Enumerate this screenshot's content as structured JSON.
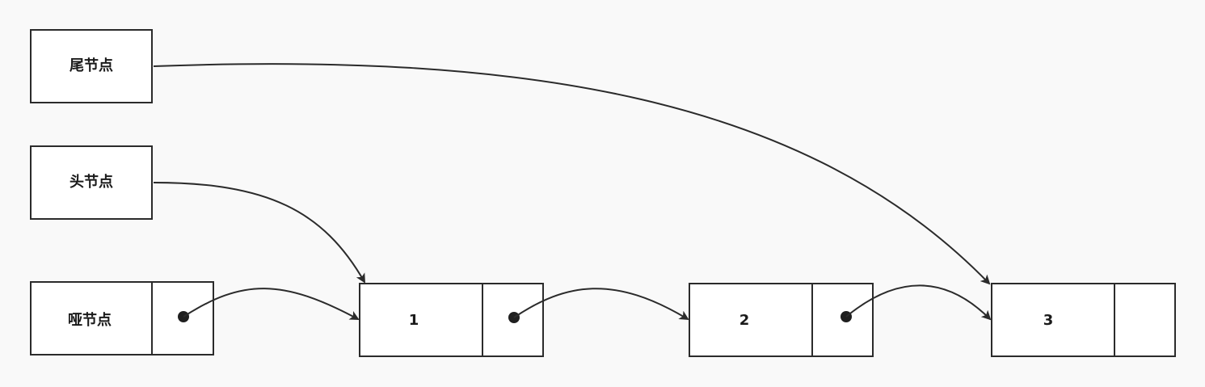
{
  "nodes": {
    "tail": {
      "label": "尾节点"
    },
    "head": {
      "label": "头节点"
    },
    "dummy": {
      "label": "哑节点"
    },
    "node1": {
      "value": "1"
    },
    "node2": {
      "value": "2"
    },
    "node3": {
      "value": "3"
    }
  },
  "colors": {
    "background": "#f9f9f9",
    "stroke": "#2b2b2b",
    "box_fill": "#ffffff",
    "text": "#1a1a1a"
  }
}
